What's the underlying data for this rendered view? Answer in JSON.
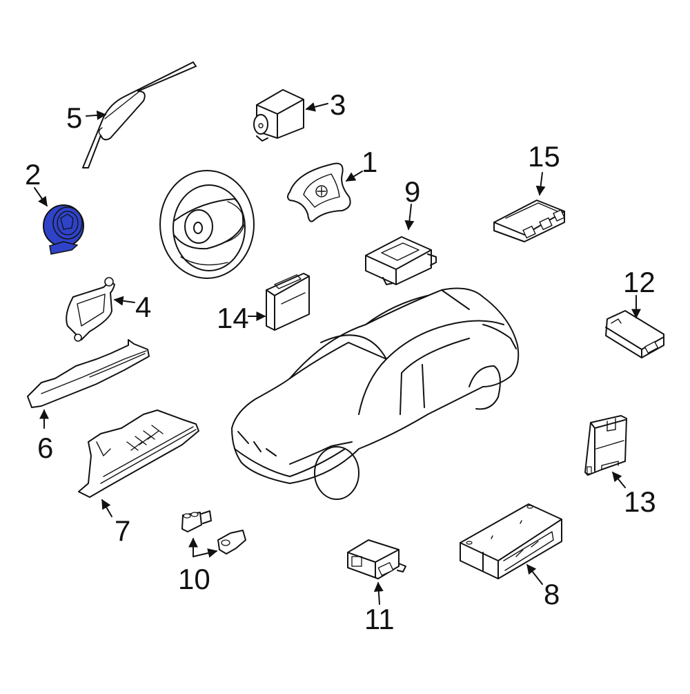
{
  "diagram": {
    "title": "Airbag / SRS components parts diagram",
    "highlight_color": "#2f43c8",
    "line_color": "#111111",
    "background_color": "#ffffff",
    "highlighted_part": "2",
    "parts": [
      {
        "id": "1",
        "label": "1",
        "description": "driver-airbag-module"
      },
      {
        "id": "2",
        "label": "2",
        "description": "clock-spring",
        "highlighted": true
      },
      {
        "id": "3",
        "label": "3",
        "description": "seat-belt-pretensioner-unit"
      },
      {
        "id": "4",
        "label": "4",
        "description": "side-airbag-module"
      },
      {
        "id": "5",
        "label": "5",
        "description": "head-curtain-airbag"
      },
      {
        "id": "6",
        "label": "6",
        "description": "knee-bolster-bracket"
      },
      {
        "id": "7",
        "label": "7",
        "description": "glove-box-knee-airbag-housing"
      },
      {
        "id": "8",
        "label": "8",
        "description": "airbag-control-module"
      },
      {
        "id": "9",
        "label": "9",
        "description": "satellite-sensor-module"
      },
      {
        "id": "10",
        "label": "10",
        "description": "impact-sensors"
      },
      {
        "id": "11",
        "label": "11",
        "description": "side-impact-sensor-module"
      },
      {
        "id": "12",
        "label": "12",
        "description": "occupant-sensor-module"
      },
      {
        "id": "13",
        "label": "13",
        "description": "seat-sensor-module"
      },
      {
        "id": "14",
        "label": "14",
        "description": "control-unit"
      },
      {
        "id": "15",
        "label": "15",
        "description": "door-sensor-module"
      }
    ]
  }
}
